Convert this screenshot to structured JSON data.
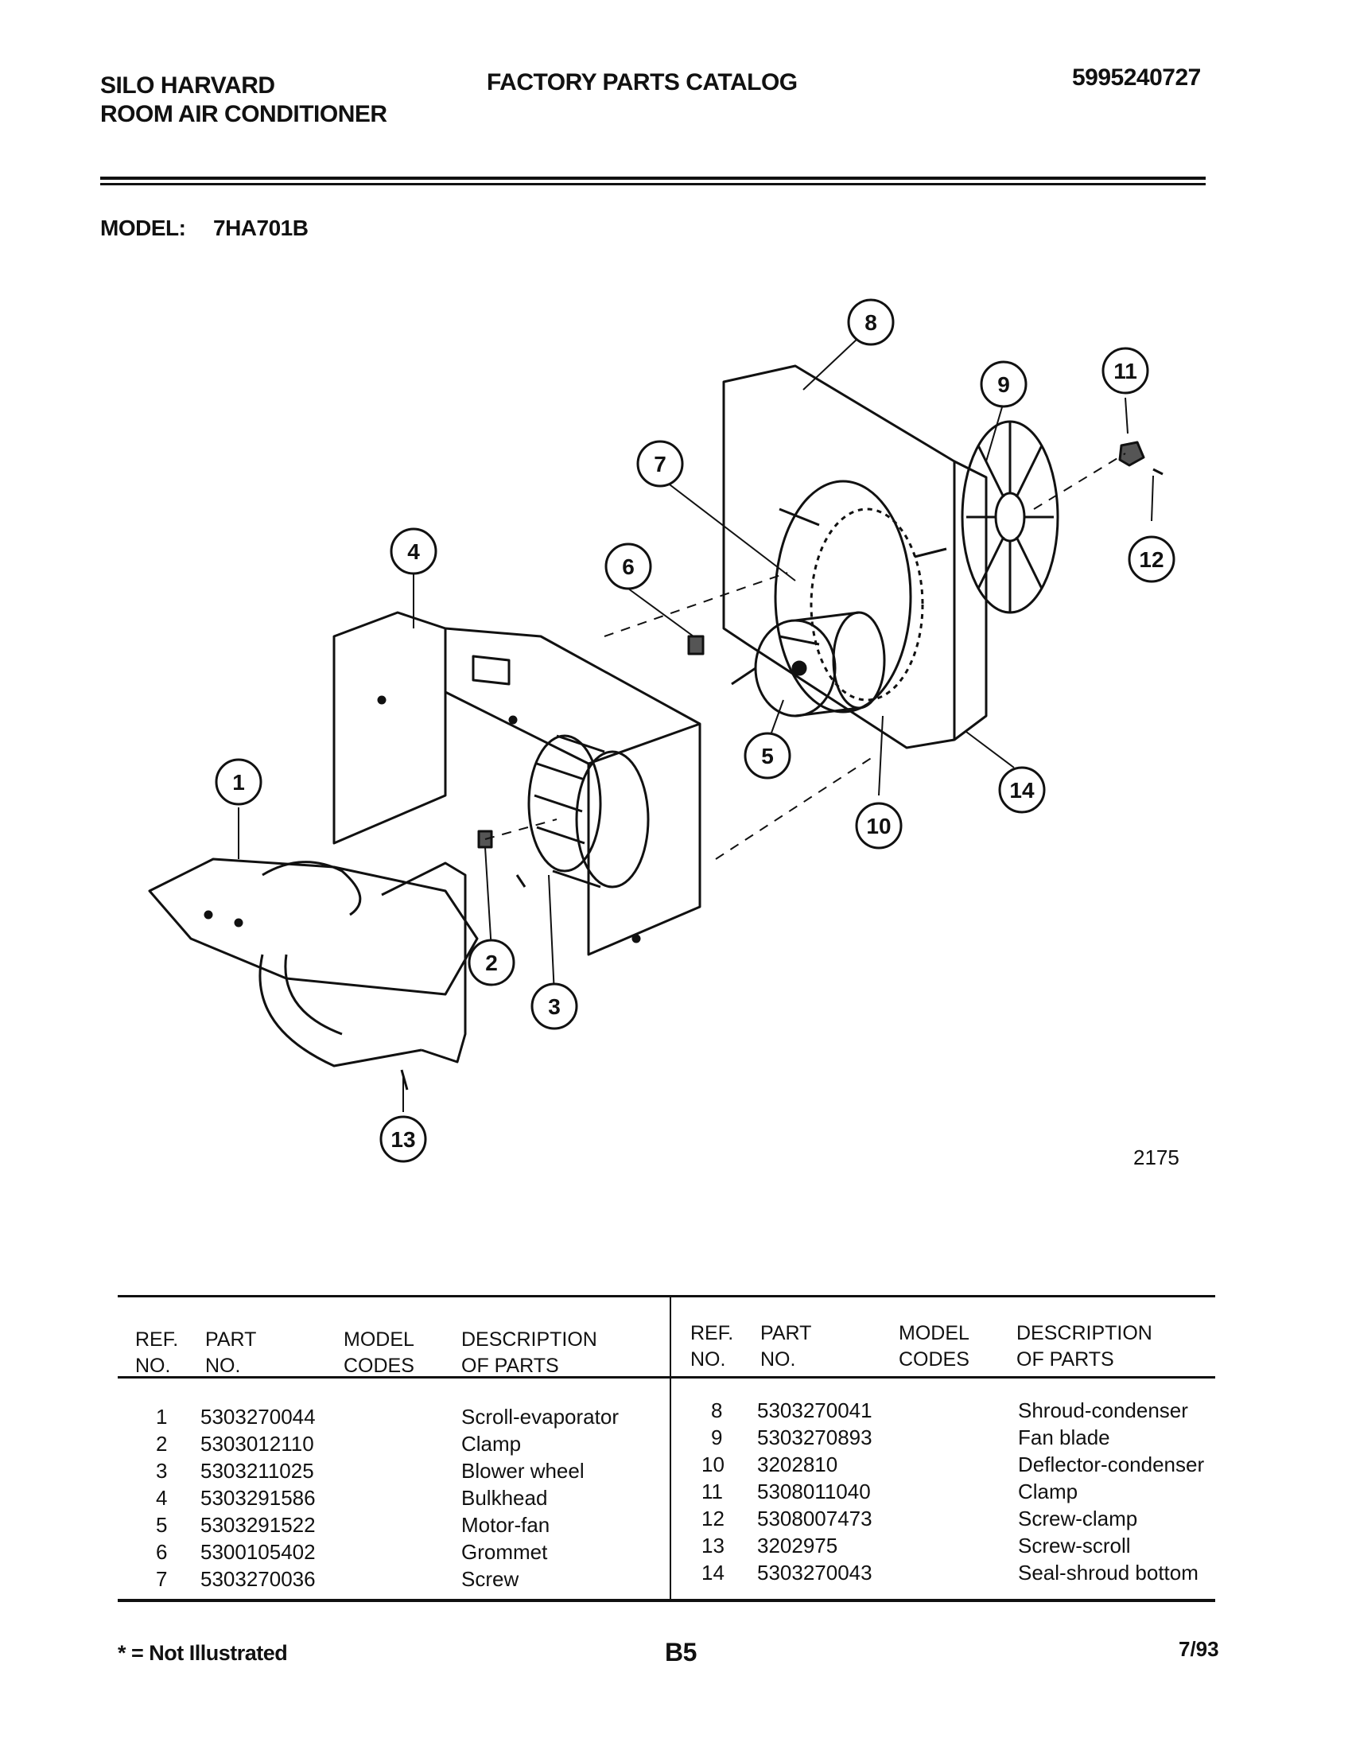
{
  "header": {
    "brand_line1": "SILO HARVARD",
    "brand_line2": "ROOM AIR CONDITIONER",
    "catalog_title": "FACTORY PARTS CATALOG",
    "catalog_number": "5995240727",
    "model_label": "MODEL:",
    "model_value": "7HA701B"
  },
  "diagram": {
    "figure_number": "2175",
    "callouts": [
      "1",
      "2",
      "3",
      "4",
      "5",
      "6",
      "7",
      "8",
      "9",
      "10",
      "11",
      "12",
      "13",
      "14"
    ]
  },
  "table": {
    "headers": {
      "ref_no": [
        "REF.",
        "NO."
      ],
      "part_no": [
        "PART",
        "NO."
      ],
      "model_codes": [
        "MODEL",
        "CODES"
      ],
      "description": [
        "DESCRIPTION",
        "OF PARTS"
      ]
    },
    "left_rows": [
      {
        "ref": "1",
        "part": "5303270044",
        "desc": "Scroll-evaporator"
      },
      {
        "ref": "2",
        "part": "5303012110",
        "desc": "Clamp"
      },
      {
        "ref": "3",
        "part": "5303211025",
        "desc": "Blower wheel"
      },
      {
        "ref": "4",
        "part": "5303291586",
        "desc": "Bulkhead"
      },
      {
        "ref": "5",
        "part": "5303291522",
        "desc": "Motor-fan"
      },
      {
        "ref": "6",
        "part": "5300105402",
        "desc": "Grommet"
      },
      {
        "ref": "7",
        "part": "5303270036",
        "desc": "Screw"
      }
    ],
    "right_rows": [
      {
        "ref": "8",
        "part": "5303270041",
        "desc": "Shroud-condenser"
      },
      {
        "ref": "9",
        "part": "5303270893",
        "desc": "Fan blade"
      },
      {
        "ref": "10",
        "part": "3202810",
        "desc": "Deflector-condenser"
      },
      {
        "ref": "11",
        "part": "5308011040",
        "desc": "Clamp"
      },
      {
        "ref": "12",
        "part": "5308007473",
        "desc": "Screw-clamp"
      },
      {
        "ref": "13",
        "part": "3202975",
        "desc": "Screw-scroll"
      },
      {
        "ref": "14",
        "part": "5303270043",
        "desc": "Seal-shroud bottom"
      }
    ]
  },
  "footer": {
    "legend": "* = Not Illustrated",
    "page": "B5",
    "date": "7/93"
  }
}
